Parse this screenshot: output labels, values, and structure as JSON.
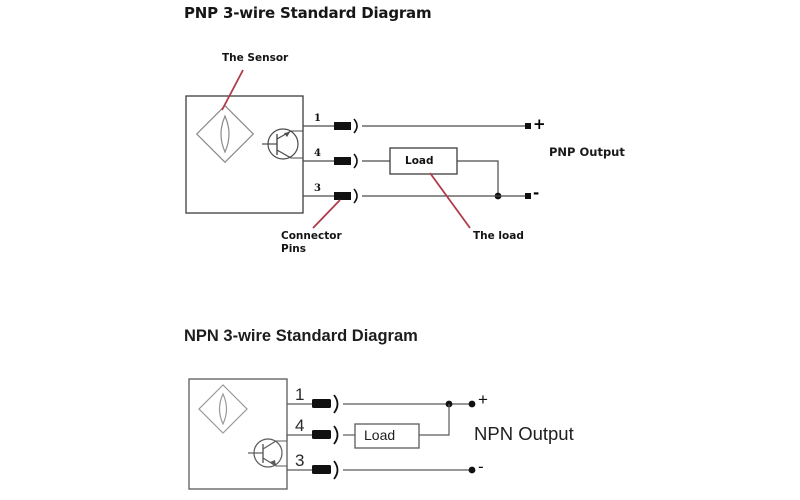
{
  "page": {
    "background": "#ffffff",
    "wire_color": "#4a4a4a",
    "ink_color": "#000000",
    "annotation_color": "#b03a4a"
  },
  "diagrams": [
    {
      "id": "pnp",
      "title": "PNP 3-wire Standard Diagram",
      "output_label": "PNP Output",
      "load_label": "Load",
      "sensor_symbol": "photoelectric-sensor-icon",
      "transistor_symbol": "pnp-transistor-icon",
      "pins": [
        {
          "number": "1",
          "role": "supply-positive"
        },
        {
          "number": "4",
          "role": "signal-output"
        },
        {
          "number": "3",
          "role": "supply-negative"
        }
      ],
      "terminals": [
        {
          "sign": "+",
          "name": "positive-terminal"
        },
        {
          "sign": "-",
          "name": "negative-terminal"
        }
      ],
      "annotations": [
        {
          "id": "sensor",
          "lines": [
            "The Sensor"
          ]
        },
        {
          "id": "connector-pins",
          "lines": [
            "Connector",
            "Pins"
          ]
        },
        {
          "id": "load",
          "lines": [
            "The load"
          ]
        }
      ]
    },
    {
      "id": "npn",
      "title": "NPN 3-wire Standard Diagram",
      "output_label": "NPN Output",
      "load_label": "Load",
      "sensor_symbol": "photoelectric-sensor-icon",
      "transistor_symbol": "npn-transistor-icon",
      "pins": [
        {
          "number": "1",
          "role": "supply-positive"
        },
        {
          "number": "4",
          "role": "signal-output"
        },
        {
          "number": "3",
          "role": "supply-negative"
        }
      ],
      "terminals": [
        {
          "sign": "+",
          "name": "positive-terminal"
        },
        {
          "sign": "-",
          "name": "negative-terminal"
        }
      ],
      "annotations": []
    }
  ]
}
